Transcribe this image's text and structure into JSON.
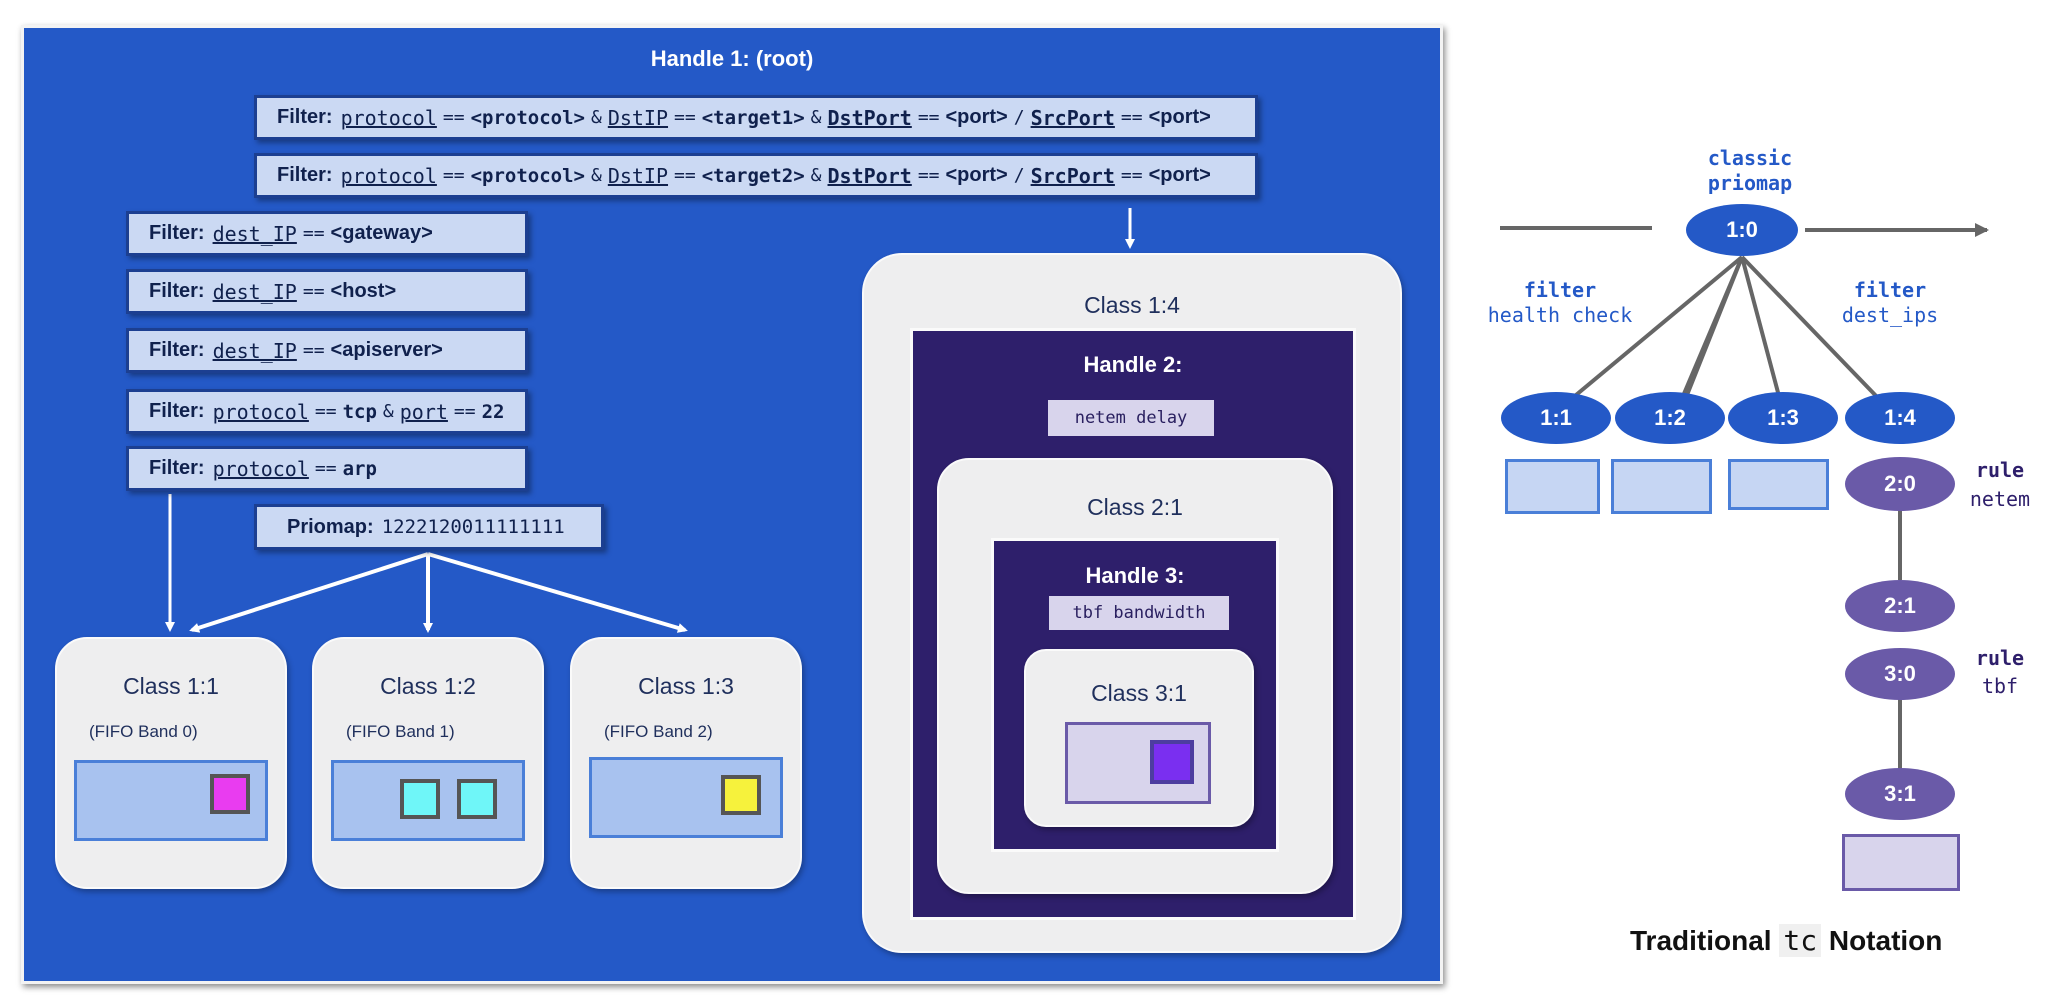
{
  "left": {
    "root_title": "Handle 1: (root)",
    "filters_top": [
      {
        "label": "Filter:",
        "f1": "protocol",
        "op1": "==",
        "v1": "<protocol>",
        "amp1": "&",
        "f2": "DstIP",
        "op2": "==",
        "v2": "<target1>",
        "amp2": "&",
        "f3": "DstPort",
        "op3": "==",
        "v3": "<port>",
        "slash": "/",
        "f4": "SrcPort",
        "op4": "==",
        "v4": "<port>"
      },
      {
        "label": "Filter:",
        "f1": "protocol",
        "op1": "==",
        "v1": "<protocol>",
        "amp1": "&",
        "f2": "DstIP",
        "op2": "==",
        "v2": "<target2>",
        "amp2": "&",
        "f3": "DstPort",
        "op3": "==",
        "v3": "<port>",
        "slash": "/",
        "f4": "SrcPort",
        "op4": "==",
        "v4": "<port>"
      }
    ],
    "filters_left": [
      {
        "label": "Filter:",
        "field": "dest_IP",
        "op": "==",
        "value": "<gateway>"
      },
      {
        "label": "Filter:",
        "field": "dest_IP",
        "op": "==",
        "value": "<host>"
      },
      {
        "label": "Filter:",
        "field": "dest_IP",
        "op": "==",
        "value": "<apiserver>"
      }
    ],
    "filter_tcp": {
      "label": "Filter:",
      "f1": "protocol",
      "op1": "==",
      "v1": "tcp",
      "amp": "&",
      "f2": "port",
      "op2": "==",
      "v2": "22"
    },
    "filter_arp": {
      "label": "Filter:",
      "field": "protocol",
      "op": "==",
      "value": "arp"
    },
    "priomap": {
      "label": "Priomap:",
      "value": "1222120011111111"
    },
    "classes": [
      {
        "name": "Class 1:1",
        "band": "(FIFO Band 0)"
      },
      {
        "name": "Class 1:2",
        "band": "(FIFO Band 1)"
      },
      {
        "name": "Class 1:3",
        "band": "(FIFO Band 2)"
      }
    ],
    "class14": {
      "name": "Class 1:4",
      "handle2": "Handle 2:",
      "netem": "netem delay",
      "class21": "Class 2:1",
      "handle3": "Handle 3:",
      "tbf": "tbf bandwidth",
      "class31": "Class 3:1"
    },
    "colors": {
      "panel": "#2459c7",
      "filter": "#cbd9f3",
      "pkt_magenta": "#e93cf0",
      "pkt_cyan": "#6ff6f8",
      "pkt_yellow": "#f6f23c",
      "pkt_purple": "#7a2ff0",
      "dark": "#2e1f6b"
    }
  },
  "right": {
    "classic": "classic",
    "priomap": "priomap",
    "root": "1:0",
    "filter_left_kw": "filter",
    "filter_left_txt": "health check",
    "filter_right_kw": "filter",
    "filter_right_txt": "dest_ips",
    "children": [
      "1:1",
      "1:2",
      "1:3",
      "1:4"
    ],
    "n20": "2:0",
    "n21": "2:1",
    "n30": "3:0",
    "n31": "3:1",
    "rule1_kw": "rule",
    "rule1_txt": "netem",
    "rule2_kw": "rule",
    "rule2_txt": "tbf",
    "caption_pre": "Traditional",
    "caption_code": "tc",
    "caption_post": "Notation"
  }
}
